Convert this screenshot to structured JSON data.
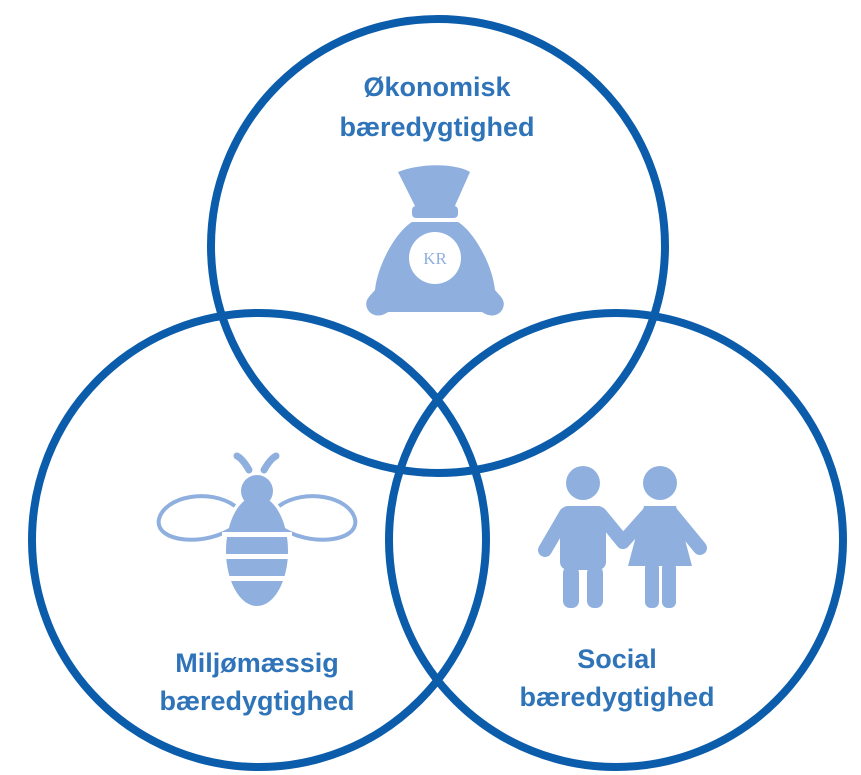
{
  "colors": {
    "ring": "#0b5cab",
    "label": "#2f74b9",
    "icon": "#8fb0df",
    "background": "#ffffff"
  },
  "circles": [
    {
      "id": "economic",
      "label_line1": "Økonomisk",
      "label_line2": "bæredygtighed",
      "icon": "money-bag-icon",
      "icon_text": "KR"
    },
    {
      "id": "environmental",
      "label_line1": "Miljømæssig",
      "label_line2": "bæredygtighed",
      "icon": "bee-icon"
    },
    {
      "id": "social",
      "label_line1": "Social",
      "label_line2": "bæredygtighed",
      "icon": "people-icon"
    }
  ]
}
